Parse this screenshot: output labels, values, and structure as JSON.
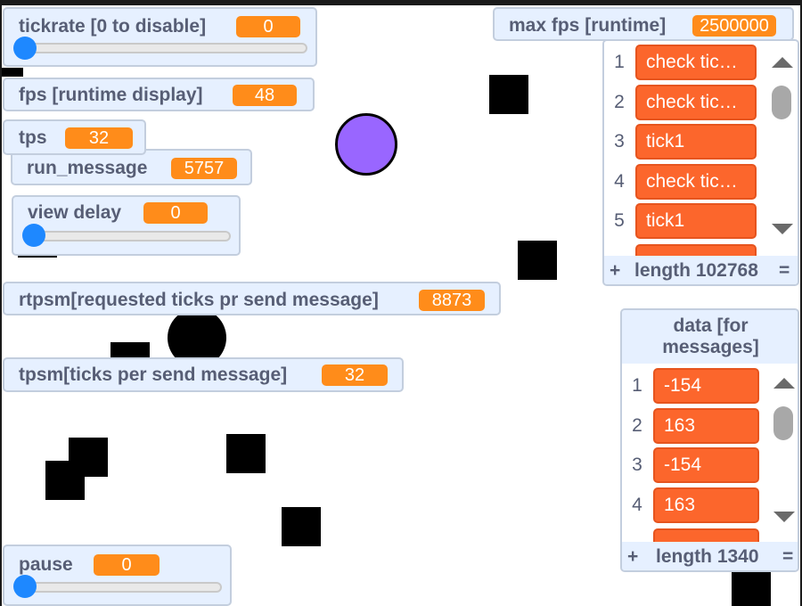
{
  "colors": {
    "monitor_bg": "#e6f0ff",
    "value_bg": "#ff8c1a",
    "list_item_bg": "#fc662c",
    "slider_knob": "#1e88ff",
    "purple_ball": "#9966ff"
  },
  "monitors": {
    "tickrate": {
      "label": "tickrate [0 to disable]",
      "value": "0",
      "slider_fraction": 0
    },
    "fps": {
      "label": "fps [runtime display]",
      "value": "48"
    },
    "tps": {
      "label": "tps",
      "value": "32"
    },
    "run_message": {
      "label": "run_message",
      "value": "5757"
    },
    "view_delay": {
      "label": "view delay",
      "value": "0",
      "slider_fraction": 0
    },
    "rtpsm": {
      "label": "rtpsm[requested ticks pr send message]",
      "value": "8873"
    },
    "tpsm": {
      "label": "tpsm[ticks per send message]",
      "value": "32"
    },
    "pause": {
      "label": "pause",
      "value": "0",
      "slider_fraction": 0
    },
    "max_fps": {
      "label": "max fps [runtime]",
      "value": "2500000"
    }
  },
  "lists": {
    "runtime_list": {
      "items": [
        {
          "index": "1",
          "value": "check tic…"
        },
        {
          "index": "2",
          "value": "check tic…"
        },
        {
          "index": "3",
          "value": "tick1"
        },
        {
          "index": "4",
          "value": "check tic…"
        },
        {
          "index": "5",
          "value": "tick1"
        }
      ],
      "add_label": "+",
      "length_label": "length 102768",
      "resize_label": "="
    },
    "data_list": {
      "title": "data [for messages]",
      "items": [
        {
          "index": "1",
          "value": "-154"
        },
        {
          "index": "2",
          "value": "163"
        },
        {
          "index": "3",
          "value": "-154"
        },
        {
          "index": "4",
          "value": "163"
        }
      ],
      "add_label": "+",
      "length_label": "length 1340",
      "resize_label": "="
    }
  }
}
